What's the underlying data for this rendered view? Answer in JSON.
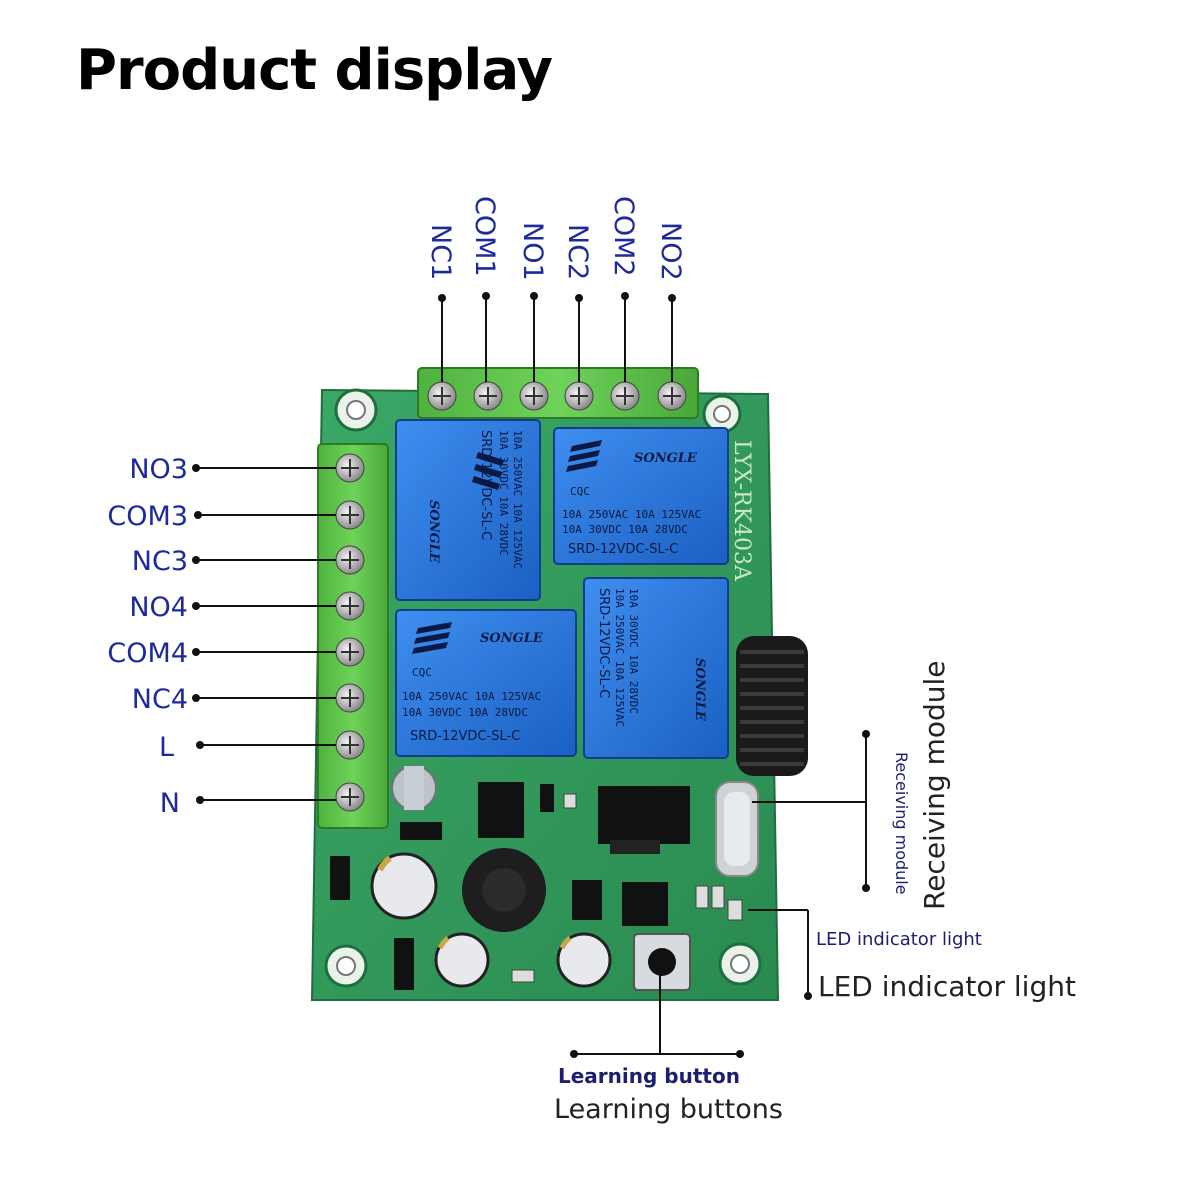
{
  "title": "Product display",
  "top_terminals": [
    "NC1",
    "COM1",
    "NO1",
    "NC2",
    "COM2",
    "NO2"
  ],
  "left_terminals": [
    "NO3",
    "COM3",
    "NC3",
    "NO4",
    "COM4",
    "NC4",
    "L",
    "N"
  ],
  "board_model": "LYX-RK403A",
  "relays": [
    {
      "brand": "SONGLE",
      "rating1": "10A 250VAC  10A 125VAC",
      "rating2": "10A 30VDC  10A 28VDC",
      "model": "SRD-12VDC-SL-C"
    },
    {
      "brand": "SONGLE",
      "rating1": "10A 250VAC  10A 125VAC",
      "rating2": "10A 30VDC  10A 28VDC",
      "model": "SRD-12VDC-SL-C"
    },
    {
      "brand": "SONGLE",
      "rating1": "10A 250VAC  10A 125VAC",
      "rating2": "10A 30VDC  10A 28VDC",
      "model": "SRD-12VDC-SL-C"
    },
    {
      "brand": "SONGLE",
      "rating1": "10A 250VAC  10A 125VAC",
      "rating2": "10A 30VDC  10A 28VDC",
      "model": "SRD-12VDC-SL-C"
    }
  ],
  "relay_mark": "CQC",
  "callouts": {
    "receiving_small": "Receiving module",
    "receiving_large": "Receiving module",
    "led_small": "LED indicator light",
    "led_large": "LED indicator light",
    "learn_small": "Learning button",
    "learn_large": "Learning buttons"
  },
  "colors": {
    "pcb": "#2f9a5a",
    "terminal": "#5cc24a",
    "relay": "#1f6fd6",
    "label": "#1e2a9a"
  }
}
